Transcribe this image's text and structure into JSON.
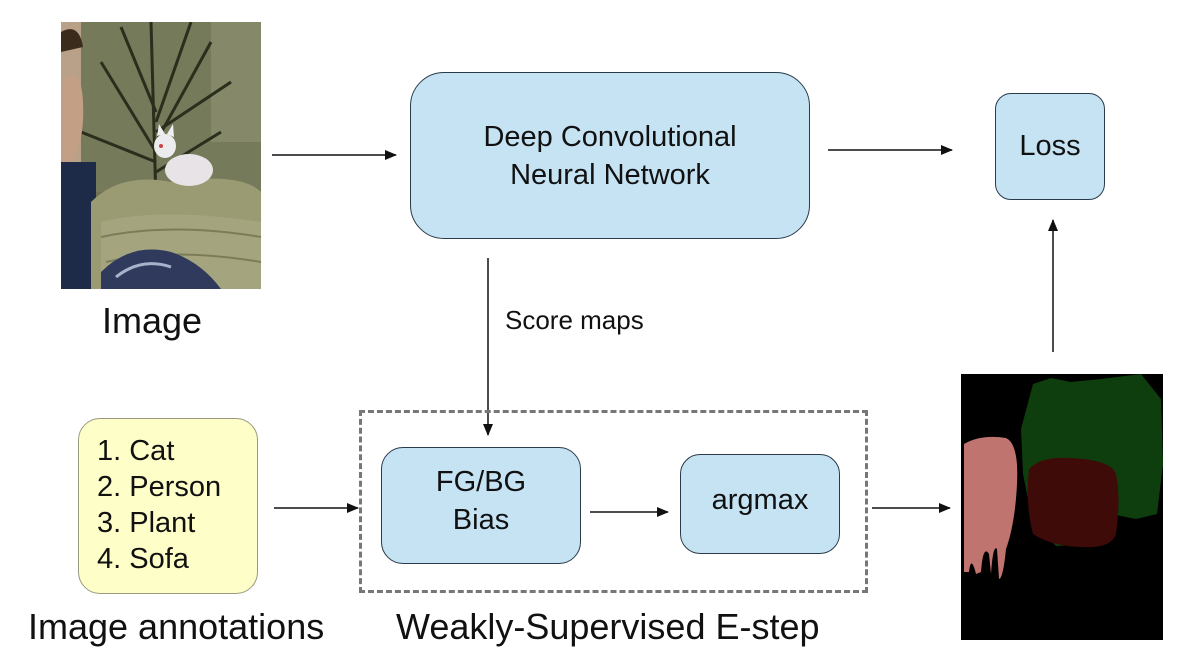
{
  "nodes": {
    "cnn": {
      "label": "Deep Convolutional\nNeural Network"
    },
    "loss": {
      "label": "Loss"
    },
    "fgbg": {
      "label": "FG/BG\nBias"
    },
    "argmax": {
      "label": "argmax"
    }
  },
  "annotations": {
    "items": [
      "1. Cat",
      "2. Person",
      "3. Plant",
      "4. Sofa"
    ]
  },
  "labels": {
    "image": "Image",
    "image_annotations": "Image annotations",
    "estep": "Weakly-Supervised E-step",
    "score_maps": "Score maps"
  },
  "colors": {
    "node_fill": "#c5e3f3",
    "annotation_fill": "#fefec8",
    "seg_background": "#000000",
    "seg_plant": "#0e3e0e",
    "seg_person": "#c07470",
    "seg_cat": "#3e0b08"
  }
}
